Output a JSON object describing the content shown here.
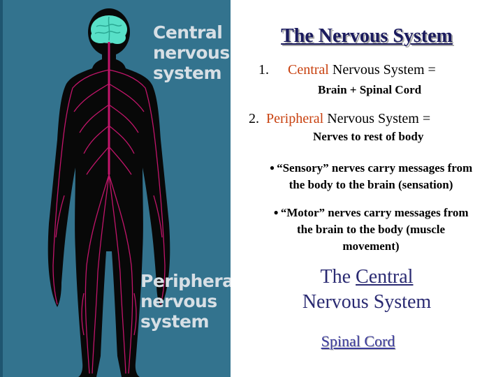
{
  "left_panel": {
    "central_label": [
      "Central",
      "nervous",
      "system"
    ],
    "peripheral_label": [
      "Peripheral",
      "nervous",
      "system"
    ]
  },
  "title": "The Nervous System",
  "item1": {
    "number": "1.",
    "highlight": "Central",
    "rest": " Nervous System =",
    "definition": "Brain + Spinal Cord"
  },
  "item2": {
    "number": "2.",
    "highlight": "Peripheral",
    "rest": " Nervous System =",
    "definition": "Nerves to rest of body"
  },
  "bullets": [
    {
      "line1": "“Sensory” nerves carry messages from",
      "line2": "the body to the brain (sensation)"
    },
    {
      "line1": "“Motor” nerves carry messages from",
      "line2": "the brain to the body (muscle",
      "line3": "movement)"
    }
  ],
  "subtitle": {
    "prefix": "The ",
    "underlined": "Central",
    "line2": "Nervous System"
  },
  "link": "Spinal Cord",
  "colors": {
    "panel": "#33738e",
    "highlight": "#c8410f",
    "nerve": "#c2156a",
    "brain": "#58e0c8"
  }
}
